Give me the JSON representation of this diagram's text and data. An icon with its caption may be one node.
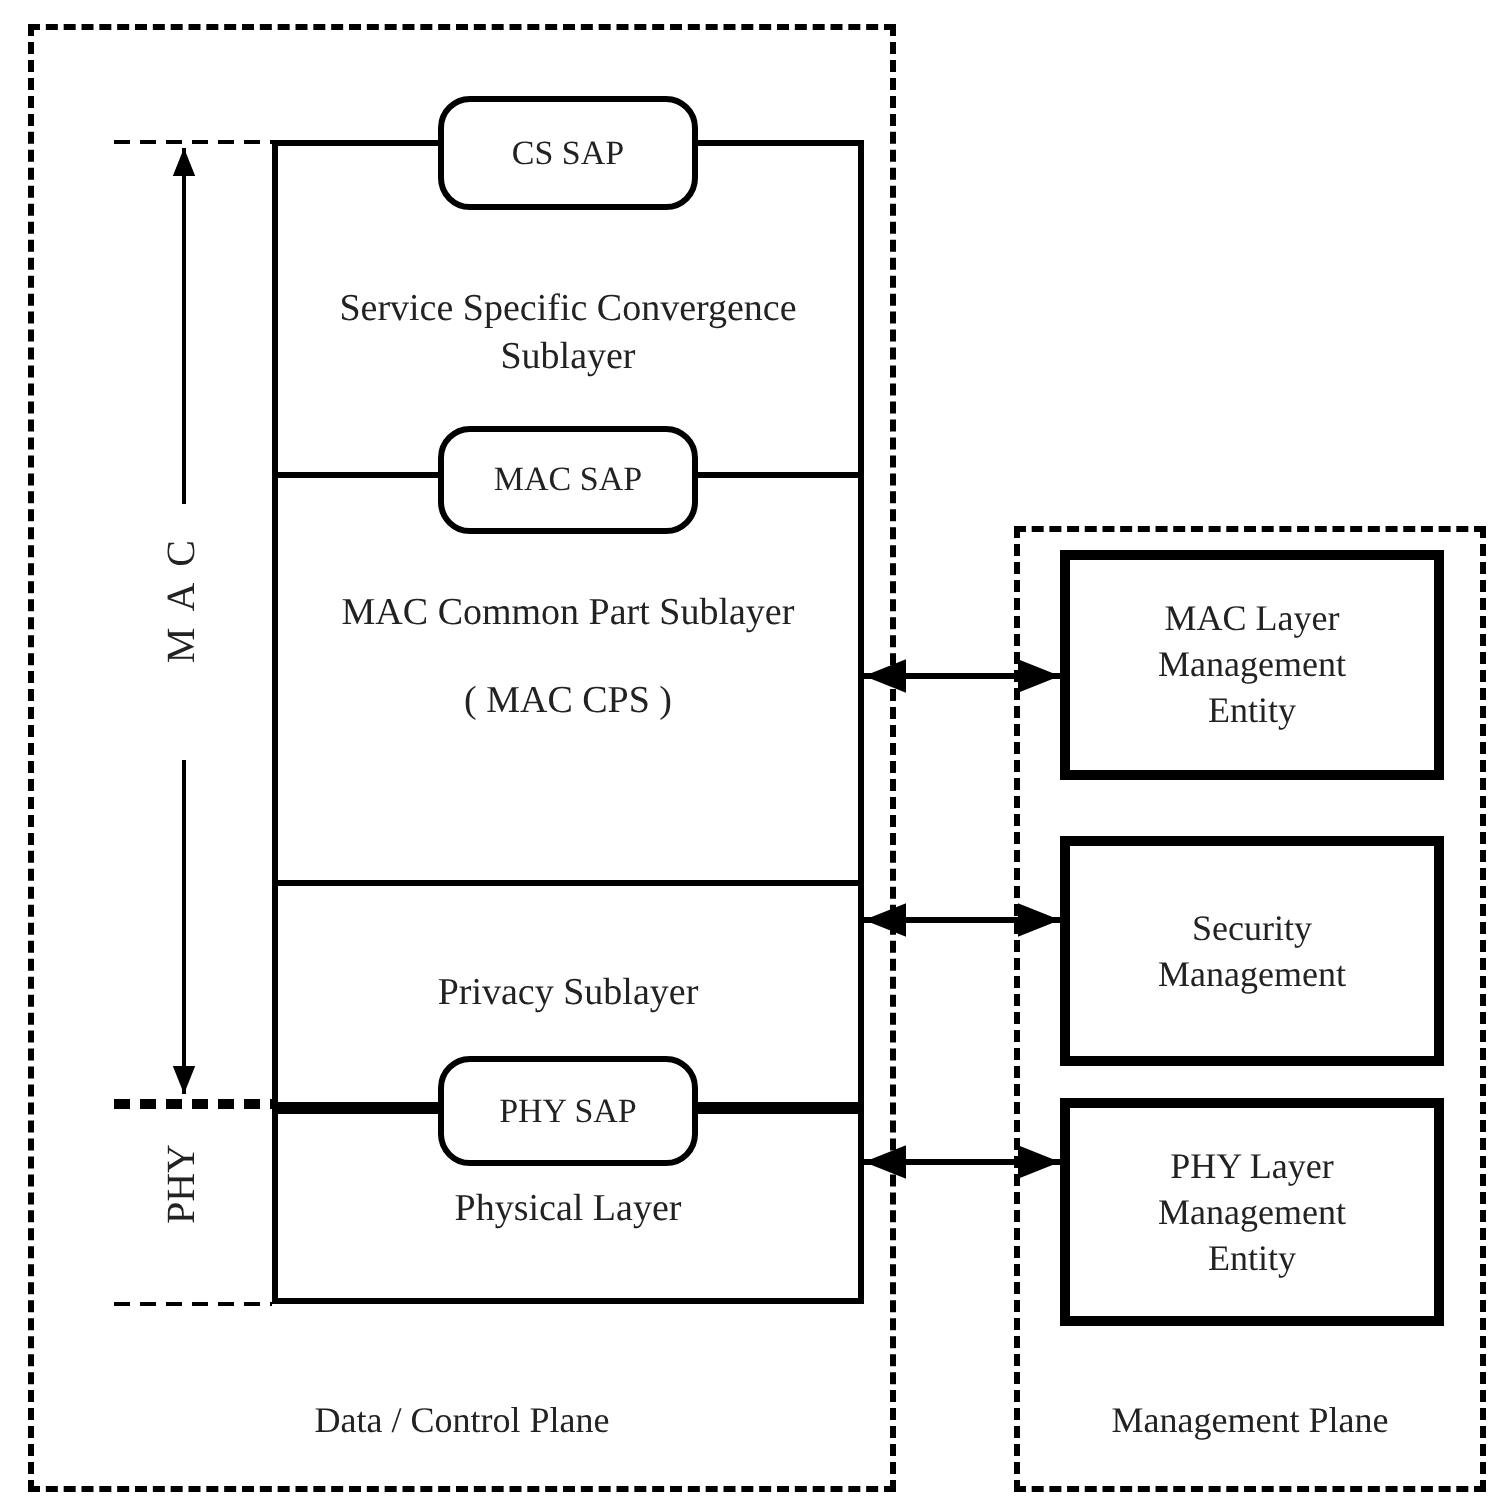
{
  "diagram": {
    "nodes": [
      {
        "text": [
          "Data / Control Plane"
        ]
      },
      {
        "text": [
          "CS SAP"
        ],
        "in": 0
      },
      {
        "text": [
          "Service Specific Convergence Sublayer"
        ],
        "in": 0
      },
      {
        "text": [
          "MAC SAP"
        ],
        "in": 0
      },
      {
        "text": [
          "MAC Common Part Sublayer",
          "( MAC CPS )"
        ],
        "in": 0
      },
      {
        "text": [
          "Privacy Sublayer"
        ],
        "in": 0
      },
      {
        "text": [
          "PHY SAP"
        ],
        "in": 0
      },
      {
        "text": [
          "Physical Layer"
        ],
        "in": 0
      },
      {
        "text": [
          "Management Plane"
        ]
      },
      {
        "text": [
          "MAC Layer Management Entity"
        ],
        "in": 8
      },
      {
        "text": [
          "Security Management"
        ],
        "in": 8
      },
      {
        "text": [
          "PHY Layer Management Entity"
        ],
        "in": 8
      }
    ],
    "edges": [
      {
        "from": 4,
        "to": 9,
        "arrow": "both"
      },
      {
        "from": 5,
        "to": 10,
        "arrow": "both"
      },
      {
        "from": 7,
        "to": 11,
        "arrow": "both"
      }
    ],
    "labels": [
      "MAC",
      "PHY"
    ]
  }
}
